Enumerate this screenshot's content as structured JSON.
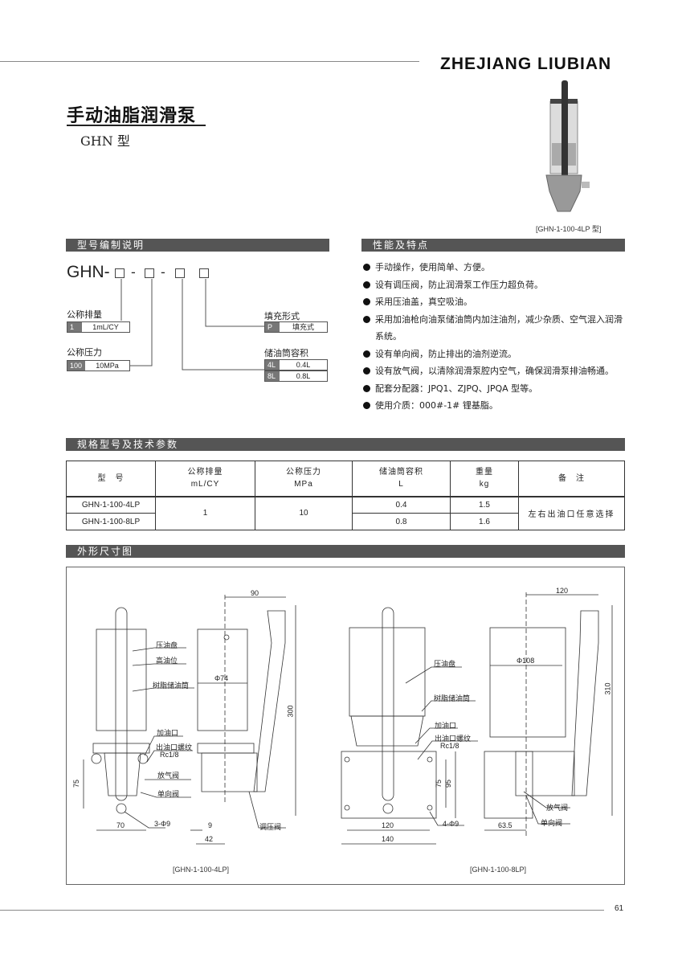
{
  "header": {
    "brand": "ZHEJIANG LIUBIAN",
    "title": "手动油脂润滑泵",
    "subtitle": "GHN 型"
  },
  "photo": {
    "caption": "[GHN-1-100-4LP 型]"
  },
  "model_code": {
    "heading": "型号编制说明",
    "prefix": "GHN-",
    "separators": [
      "-",
      "-"
    ],
    "displacement": {
      "label": "公称排量",
      "code": "1",
      "value": "1mL/CY"
    },
    "pressure": {
      "label": "公称压力",
      "code": "100",
      "value": "10MPa"
    },
    "fill": {
      "label": "填充形式",
      "code": "P",
      "value": "填充式"
    },
    "volume": {
      "label": "储油筒容积",
      "options": [
        {
          "code": "4L",
          "value": "0.4L"
        },
        {
          "code": "8L",
          "value": "0.8L"
        }
      ]
    }
  },
  "features": {
    "heading": "性能及特点",
    "items": [
      "手动操作，使用简单、方便。",
      "设有调压阀，防止润滑泵工作压力超负荷。",
      "采用压油盖，真空吸油。",
      "采用加油枪向油泵储油筒内加注油剂，减少杂质、空气混入润滑系统。",
      "设有单向阀，防止排出的油剂逆流。",
      "设有放气阀，以清除润滑泵腔内空气，确保润滑泵排油畅通。",
      "配套分配器：JPQ1、ZJPQ、JPQA 型等。",
      "使用介质：000#-1# 锂基脂。"
    ]
  },
  "specs": {
    "heading": "规格型号及技术参数",
    "columns": [
      [
        "型　号",
        ""
      ],
      [
        "公称排量",
        "mL/CY"
      ],
      [
        "公称压力",
        "MPa"
      ],
      [
        "储油筒容积",
        "L"
      ],
      [
        "重量",
        "kg"
      ],
      [
        "备　注",
        ""
      ]
    ],
    "rows": [
      {
        "model": "GHN-1-100-4LP",
        "volume": "0.4",
        "weight": "1.5"
      },
      {
        "model": "GHN-1-100-8LP",
        "volume": "0.8",
        "weight": "1.6"
      }
    ],
    "shared": {
      "displacement": "1",
      "pressure": "10",
      "note": "左右出油口任意选择"
    }
  },
  "drawings": {
    "heading": "外形尺寸图",
    "left": {
      "caption": "[GHN-1-100-4LP]",
      "labels": [
        "压油盘",
        "高油位",
        "树脂储油筒",
        "加油口",
        "出油口螺纹",
        "Rc1/8",
        "放气阀",
        "单向阀",
        "调压阀",
        "3-Φ9"
      ],
      "dims": [
        "90",
        "Φ74",
        "300",
        "75",
        "70",
        "9",
        "42"
      ]
    },
    "right": {
      "caption": "[GHN-1-100-8LP]",
      "labels": [
        "压油盘",
        "树脂储油筒",
        "加油口",
        "出油口螺纹",
        "Rc1/8",
        "4-Φ9",
        "放气阀",
        "单向阀"
      ],
      "dims": [
        "120",
        "Φ108",
        "310",
        "75",
        "95",
        "120",
        "140",
        "63.5"
      ]
    }
  },
  "footer": {
    "page": "61"
  }
}
